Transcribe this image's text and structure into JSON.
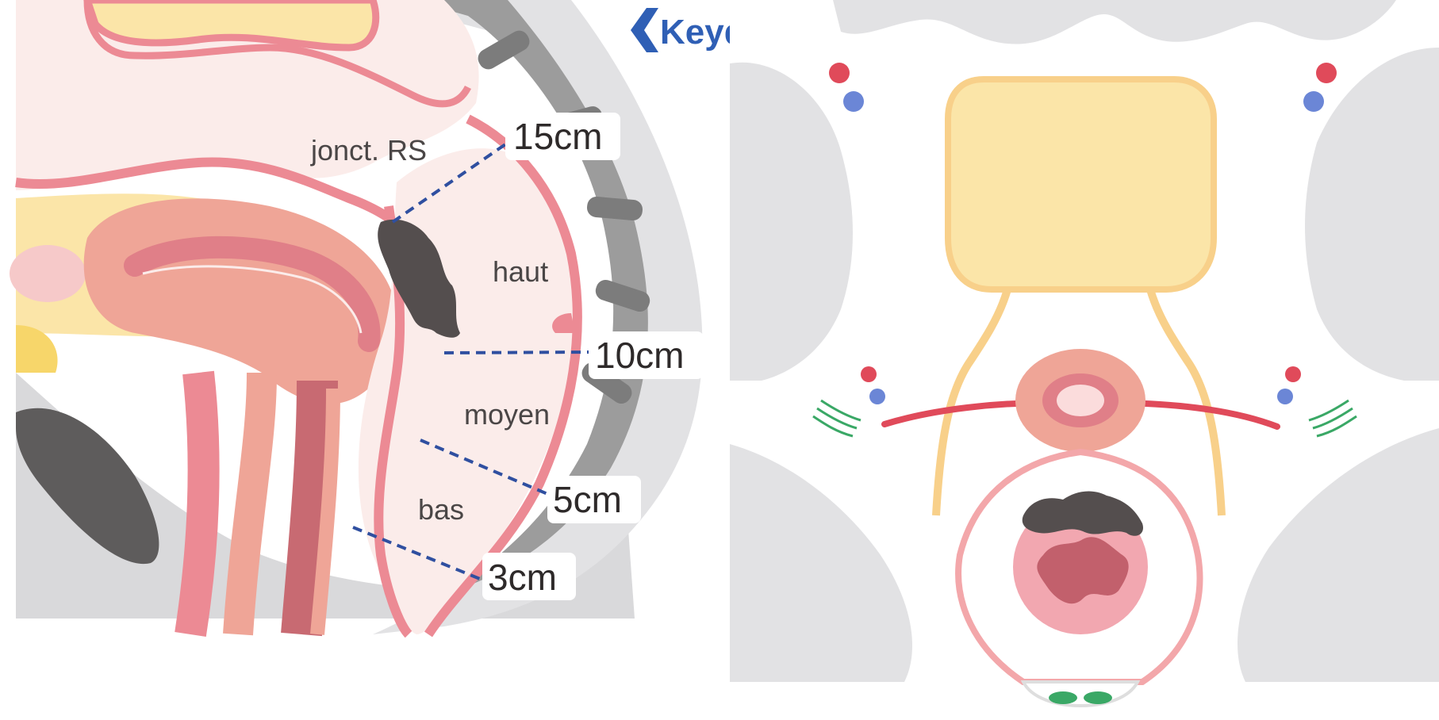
{
  "logo": {
    "text": "Keydiag",
    "color": "#2f5fb5"
  },
  "sagittal_view": {
    "region_labels": {
      "junction": "jonct. RS",
      "upper": "haut",
      "middle": "moyen",
      "lower": "bas"
    },
    "distance_markers": {
      "m15": "15cm",
      "m10": "10cm",
      "m5": "5cm",
      "m3": "3cm"
    }
  },
  "colors": {
    "bone": "#dcdcdc",
    "dark_muscle": "#6e6e6e",
    "rectum_wall": "#ec8a94",
    "rectum_lumen": "#fbecea",
    "bladder": "#fbe5a8",
    "tumor": "#544e4e",
    "dashed_line": "#2f4fa0",
    "artery": "#e04a5a",
    "vein": "#6b86d6",
    "nerve": "#3aa866"
  }
}
